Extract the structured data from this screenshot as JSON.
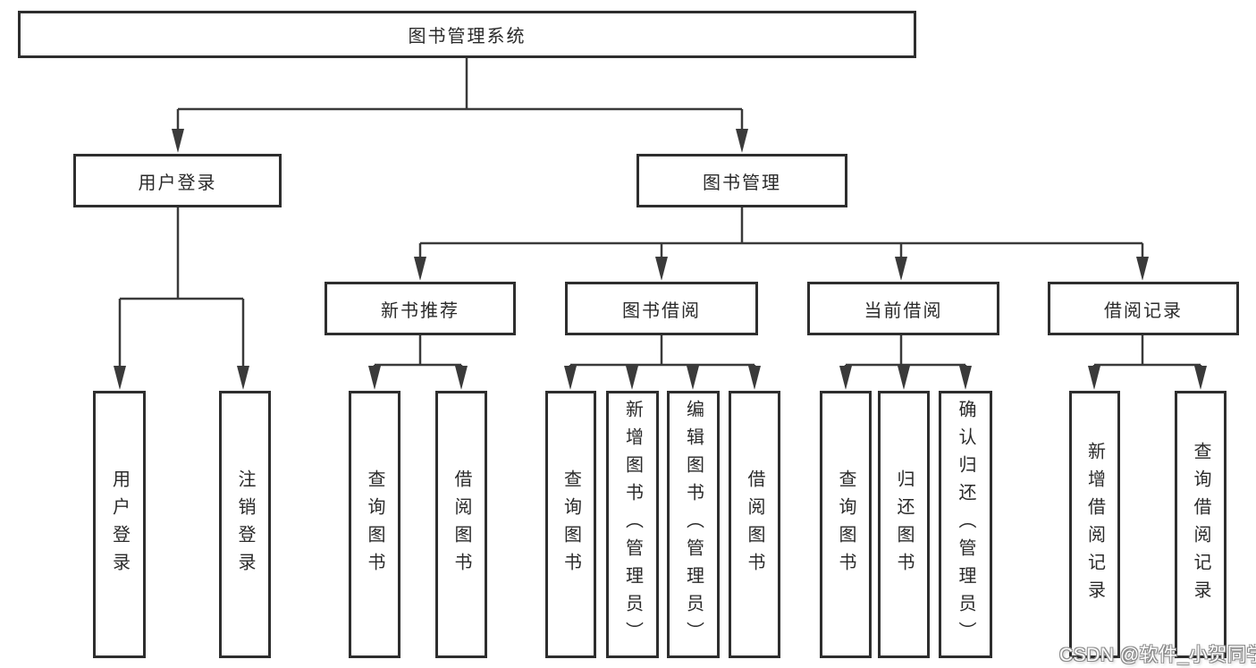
{
  "tree": {
    "root": {
      "label": "图书管理系统",
      "children": [
        {
          "label": "用户登录",
          "children": [
            {
              "label": "用户登录"
            },
            {
              "label": "注销登录"
            }
          ]
        },
        {
          "label": "图书管理",
          "children": [
            {
              "label": "新书推荐",
              "children": [
                {
                  "label": "查询图书"
                },
                {
                  "label": "借阅图书"
                }
              ]
            },
            {
              "label": "图书借阅",
              "children": [
                {
                  "label": "查询图书"
                },
                {
                  "label": "新增图书（管理员）"
                },
                {
                  "label": "编辑图书（管理员）"
                },
                {
                  "label": "借阅图书"
                }
              ]
            },
            {
              "label": "当前借阅",
              "children": [
                {
                  "label": "查询图书"
                },
                {
                  "label": "归还图书"
                },
                {
                  "label": "确认归还（管理员）"
                }
              ]
            },
            {
              "label": "借阅记录",
              "children": [
                {
                  "label": "新增借阅记录"
                },
                {
                  "label": "查询借阅记录"
                }
              ]
            }
          ]
        }
      ]
    }
  },
  "watermark": {
    "text": "CSDN @软件_小贺同学"
  },
  "colors": {
    "background": "#ffffff",
    "line": "#3a3a3a",
    "box-border": "#2e2e2e",
    "text": "#2a2a2a",
    "watermark-fill": "#ffffff",
    "watermark-outline": "#8a8a8a"
  }
}
